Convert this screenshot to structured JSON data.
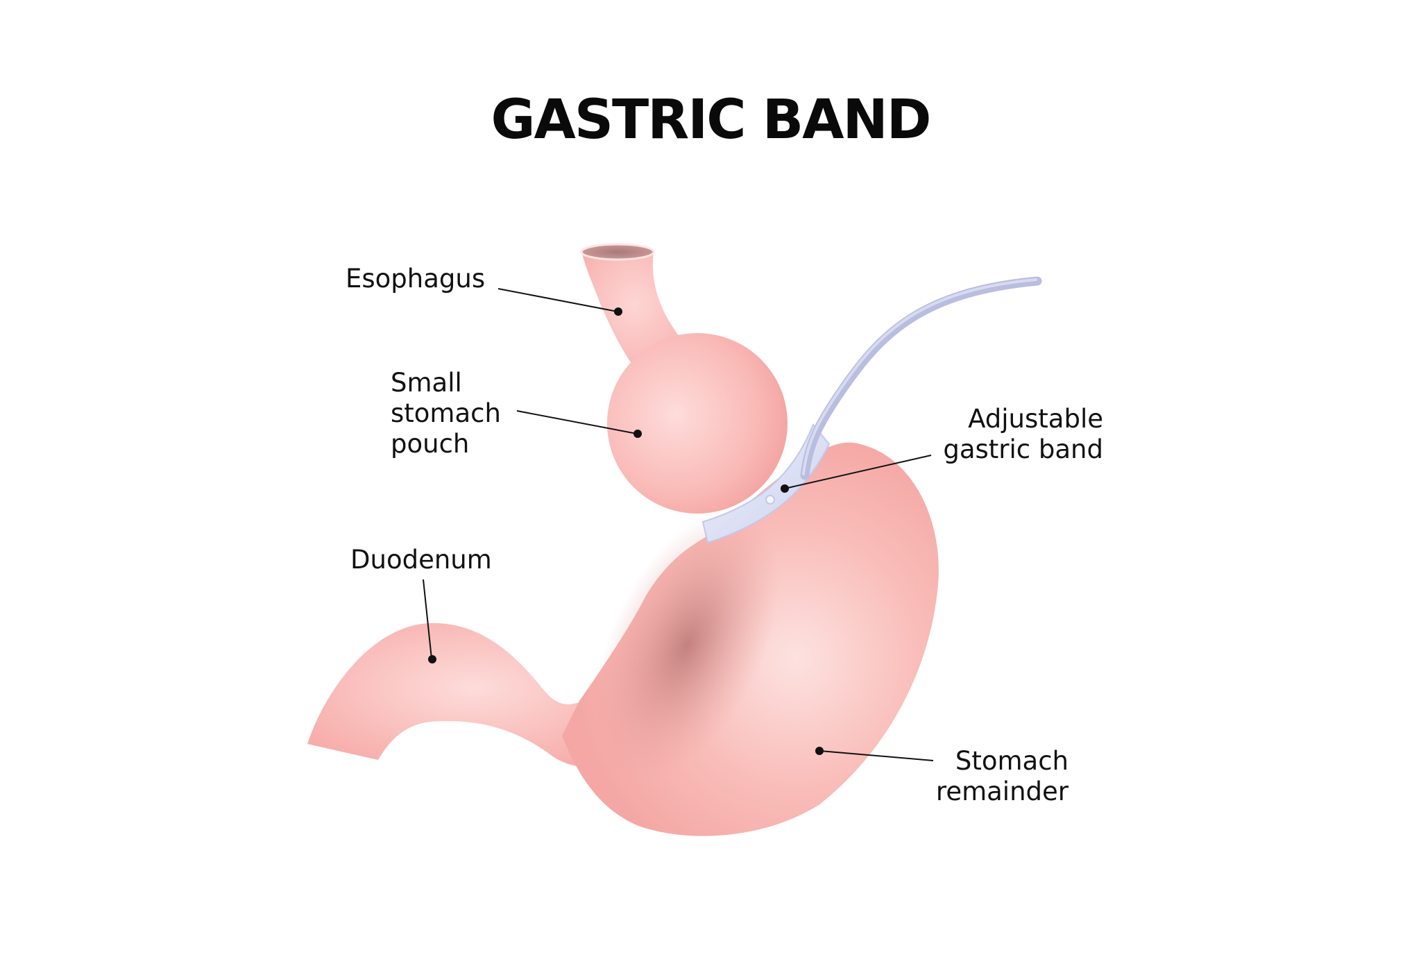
{
  "title": "GASTRIC BAND",
  "labels": {
    "esophagus": "Esophagus",
    "pouch": "Small\nstomach\npouch",
    "duodenum": "Duodenum",
    "band": "Adjustable\ngastric band",
    "remainder": "Stomach\nremainder"
  },
  "colors": {
    "tissue": "#f8aeab",
    "tissue_light": "#fde0de",
    "tissue_shadow": "#d88a88",
    "band": "#dfe3f6",
    "tube": "#b9bedf",
    "text": "#111111"
  }
}
